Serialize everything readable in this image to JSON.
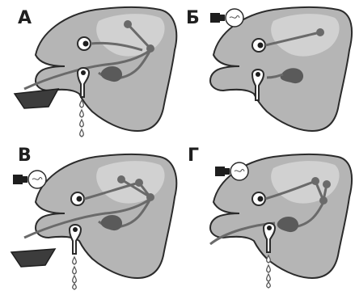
{
  "panels": [
    {
      "letter": "А",
      "has_lamp": false,
      "has_bowl": true,
      "drops": 4,
      "reflex_link": true
    },
    {
      "letter": "Б",
      "has_lamp": true,
      "has_bowl": false,
      "drops": 0,
      "reflex_link": false
    },
    {
      "letter": "В",
      "has_lamp": true,
      "has_bowl": true,
      "drops": 4,
      "reflex_link": true
    },
    {
      "letter": "Г",
      "has_lamp": true,
      "has_bowl": false,
      "drops": 4,
      "reflex_link": true
    }
  ],
  "colors": {
    "head": "#b5b5b5",
    "outline": "#2b2b2b",
    "brain": "#d6d6d6",
    "gland": "#5a5a5a",
    "nerve": "#6a6a6a",
    "bowl": "#3c3c3c",
    "lamp_base": "#1e1e1e",
    "bulb": "#ffffff",
    "drop": "#ffffff"
  }
}
